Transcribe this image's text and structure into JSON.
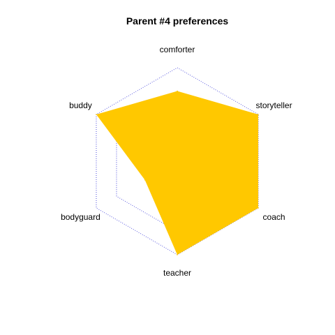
{
  "chart_data": {
    "type": "radar",
    "title": "Parent #4 preferences",
    "categories": [
      "comforter",
      "storyteller",
      "coach",
      "teacher",
      "bodyguard",
      "buddy"
    ],
    "values": [
      0.75,
      1.0,
      1.0,
      1.0,
      0.4,
      1.0
    ],
    "range": [
      0,
      1
    ],
    "grid_levels": [
      0.75,
      1.0
    ],
    "colors": {
      "fill": "#ffc800",
      "grid": "#4b4bdc",
      "background": "#ffffff"
    }
  }
}
